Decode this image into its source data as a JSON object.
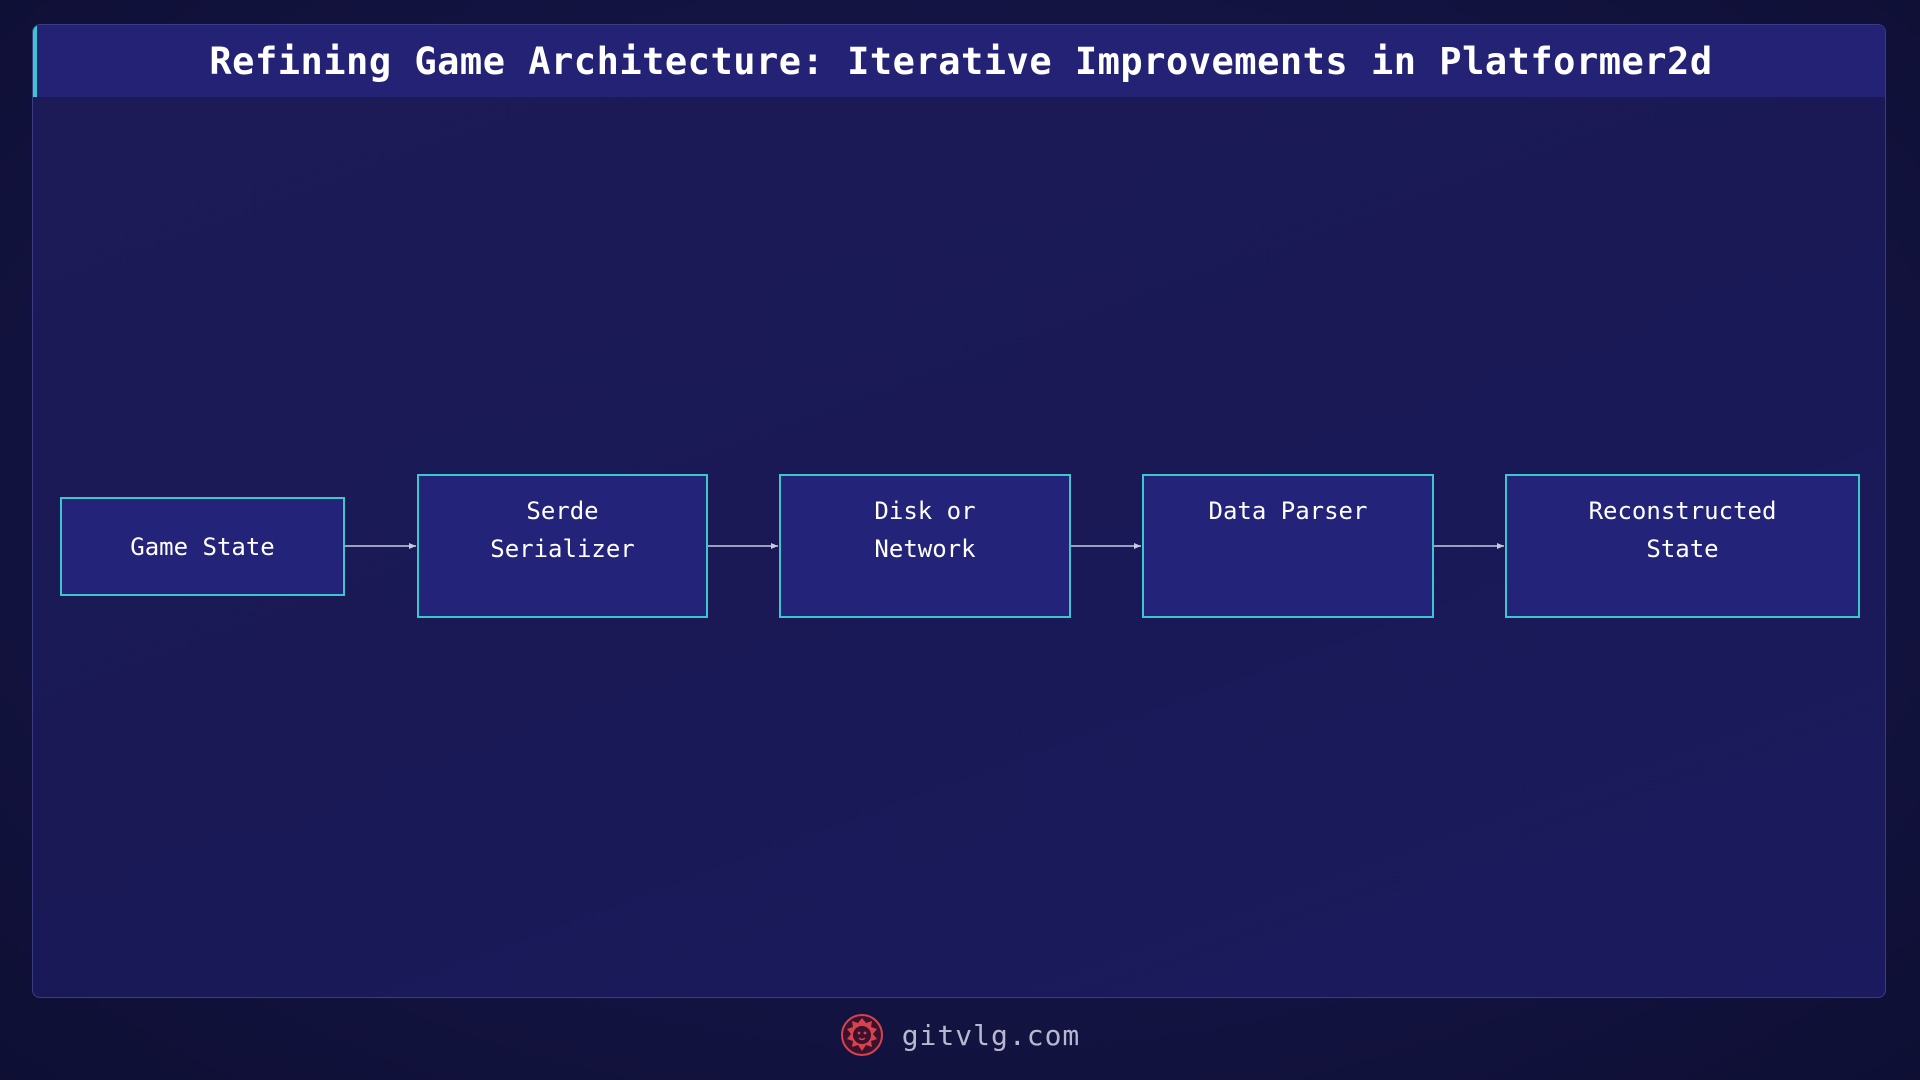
{
  "title": "Refining Game Architecture: Iterative Improvements in Platformer2d",
  "nodes": [
    {
      "label": "Game State"
    },
    {
      "label": "Serde\nSerializer"
    },
    {
      "label": "Disk or\nNetwork"
    },
    {
      "label": "Data Parser"
    },
    {
      "label": "Reconstructed\nState"
    }
  ],
  "footer": {
    "text": "gitvlg.com",
    "logo_icon": "lion-head-icon"
  },
  "colors": {
    "background": "#141444",
    "title_bar": "#232275",
    "node_fill": "#23237a",
    "node_border": "#3ec6cf",
    "accent": "#3ec6cf",
    "arrow": "#c8cbe0",
    "logo": "#d8434b"
  }
}
